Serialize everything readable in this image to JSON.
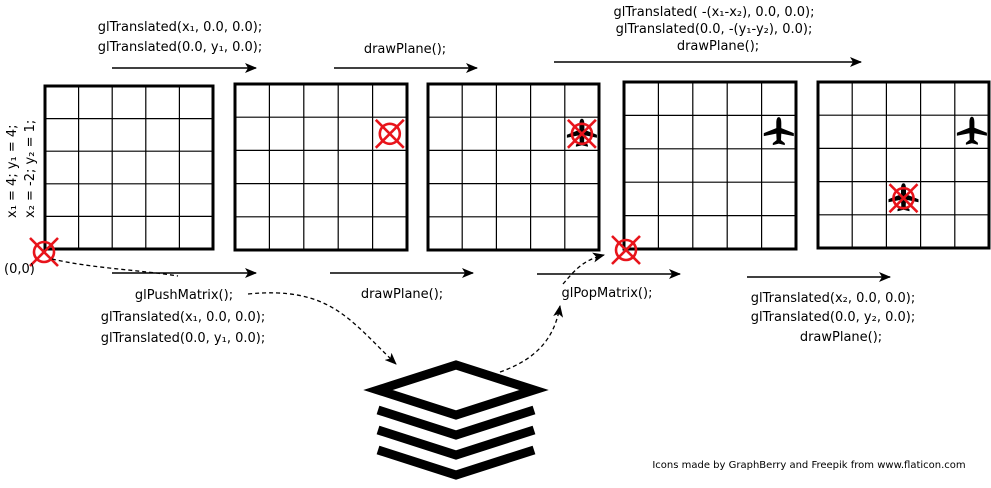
{
  "grids": [
    {
      "id": "grid-1",
      "rows": 5,
      "cols": 5,
      "plane": [],
      "marker": []
    },
    {
      "id": "grid-2",
      "rows": 5,
      "cols": 5,
      "plane": [],
      "marker": [
        [
          1,
          4
        ]
      ]
    },
    {
      "id": "grid-3",
      "rows": 5,
      "cols": 5,
      "plane": [
        [
          1,
          4
        ]
      ],
      "marker": [
        [
          1,
          4
        ]
      ]
    },
    {
      "id": "grid-4",
      "rows": 5,
      "cols": 5,
      "plane": [
        [
          1,
          4
        ]
      ],
      "marker": []
    },
    {
      "id": "grid-5",
      "rows": 5,
      "cols": 5,
      "plane": [
        [
          1,
          4
        ],
        [
          3,
          2
        ]
      ],
      "marker": [
        [
          3,
          2
        ]
      ]
    }
  ],
  "top_labels": [
    {
      "id": "step1",
      "lines": [
        "glTranslated(x₁, 0.0, 0.0);",
        "glTranslated(0.0, y₁, 0.0);"
      ]
    },
    {
      "id": "step2",
      "lines": [
        "drawPlane();"
      ]
    },
    {
      "id": "step3",
      "lines": [
        "glTranslated( -(x₁-x₂), 0.0, 0.0);",
        "glTranslated(0.0, -(y₁-y₂), 0.0);",
        "drawPlane();"
      ]
    }
  ],
  "bottom_labels": [
    {
      "id": "push",
      "lines": [
        "glPushMatrix();",
        "glTranslated(x₁, 0.0, 0.0);",
        "glTranslated(0.0, y₁, 0.0);"
      ]
    },
    {
      "id": "draw",
      "lines": [
        "drawPlane();"
      ]
    },
    {
      "id": "pop",
      "lines": [
        "glPopMatrix();"
      ]
    },
    {
      "id": "final",
      "lines": [
        "glTranslated(x₂, 0.0, 0.0);",
        "glTranslated(0.0, y₂, 0.0);",
        "drawPlane();"
      ]
    }
  ],
  "variables": {
    "line1": "x₁ = 4; y₁ = 4;",
    "line2": "x₂ = -2; y₂ = 1;"
  },
  "origin_label": "(0,0)",
  "credit": "Icons made by GraphBerry and Freepik from www.flaticon.com",
  "icons": {
    "plane": "airplane-icon",
    "marker": "crosshair-target-icon",
    "stack": "matrix-stack-icon"
  },
  "colors": {
    "marker": "#e8141b",
    "line": "#000000",
    "background": "#ffffff"
  }
}
